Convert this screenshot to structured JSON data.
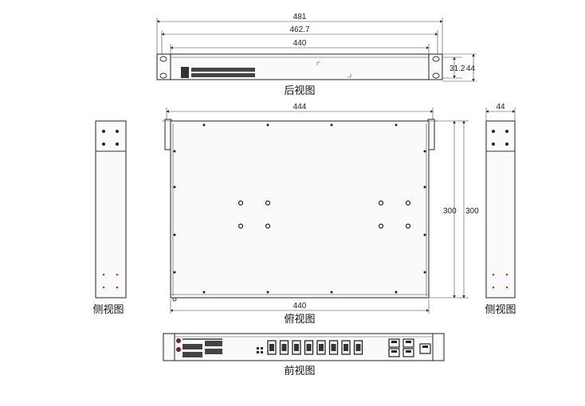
{
  "views": {
    "rear": {
      "label": "后视图"
    },
    "top": {
      "label": "俯视图"
    },
    "side_left": {
      "label": "侧视图"
    },
    "side_right": {
      "label": "侧视图"
    },
    "front": {
      "label": "前视图"
    }
  },
  "dimensions": {
    "overall_width": "481",
    "mount_hole_spacing": "462.7",
    "body_width": "440",
    "inner_height": "31.2",
    "overall_height": "44",
    "top_width": "444",
    "top_bottom_width": "440",
    "depth_1": "300",
    "depth_2": "300",
    "side_width": "44"
  }
}
